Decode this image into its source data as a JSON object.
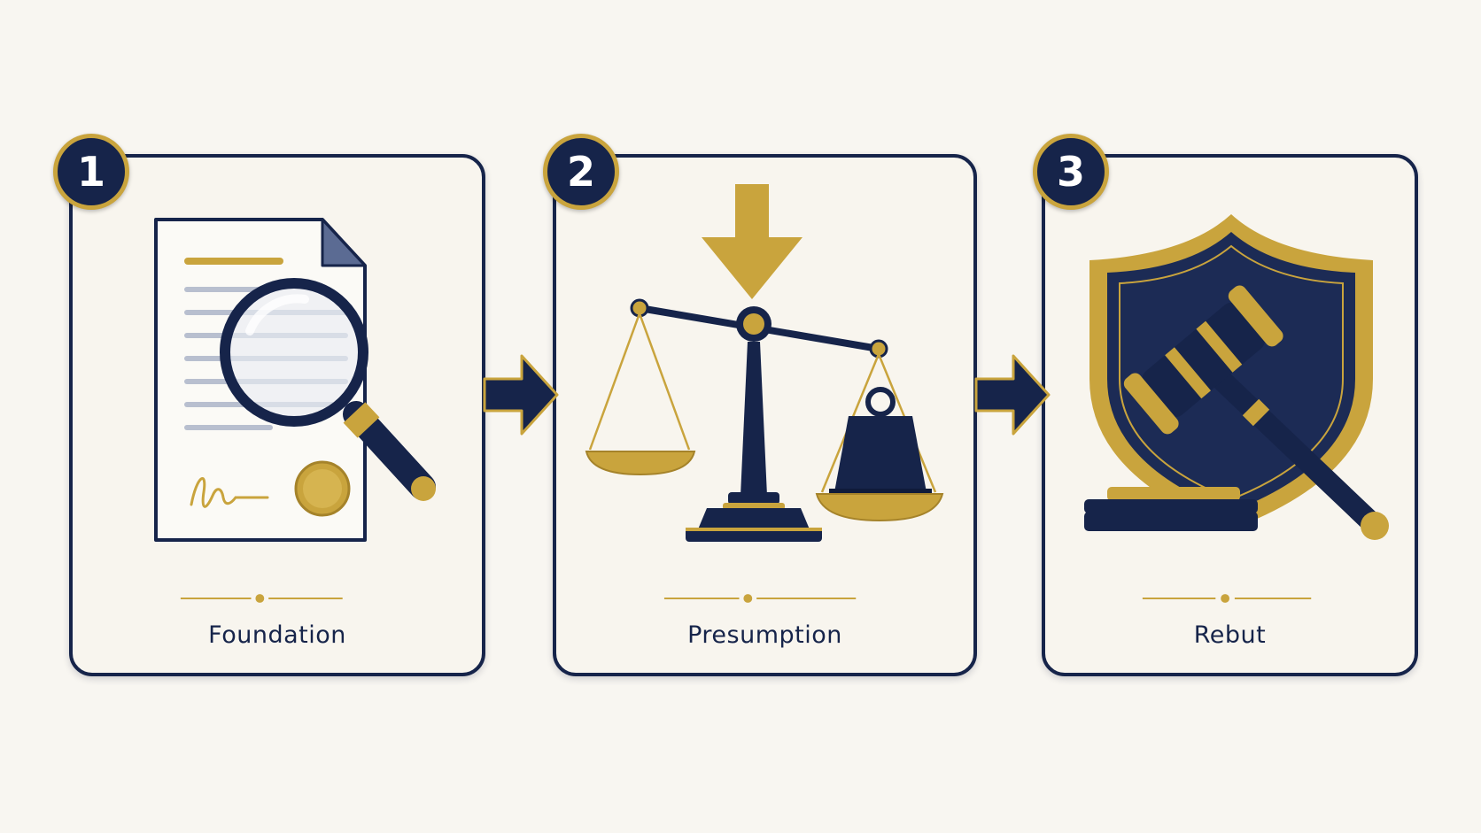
{
  "steps": [
    {
      "number": "1",
      "label": "Foundation",
      "icon": "document-magnifier-icon"
    },
    {
      "number": "2",
      "label": "Presumption",
      "icon": "scales-weight-icon"
    },
    {
      "number": "3",
      "label": "Rebut",
      "icon": "shield-gavel-icon"
    }
  ],
  "colors": {
    "navy": "#16244a",
    "gold": "#c9a43d",
    "card_bg": "#f8f5ee",
    "page_bg": "#f8f6f1"
  }
}
